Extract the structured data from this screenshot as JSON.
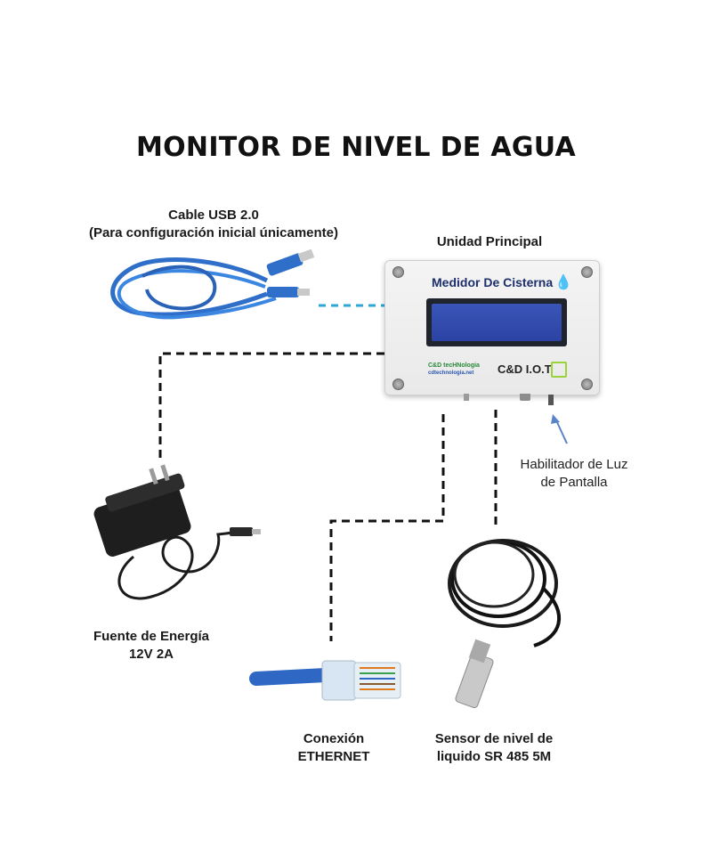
{
  "title": "MONITOR DE NIVEL DE AGUA",
  "labels": {
    "usb_line1": "Cable USB 2.0",
    "usb_line2": "(Para configuración inicial únicamente)",
    "main_unit": "Unidad Principal",
    "backlight_line1": "Habilitador de Luz",
    "backlight_line2": "de Pantalla",
    "power_line1": "Fuente de Energía",
    "power_line2": "12V 2A",
    "ethernet_line1": "Conexión",
    "ethernet_line2": "ETHERNET",
    "sensor_line1": "Sensor de nivel de",
    "sensor_line2": "liquido SR 485 5M"
  },
  "device": {
    "brand": "Medidor De Cisterna",
    "logo_a": "C&D tecHNologia",
    "logo_a_url": "cdtechnologia.net",
    "logo_b": "C&D I.O.T"
  },
  "colors": {
    "usb_cable": "#2f6fc9",
    "usb_link": "#2ca7d6",
    "dash_line": "#111111",
    "lcd": "#2b43a4",
    "ethernet_cable": "#2e67c4"
  },
  "icons": [
    "usb-cable-icon",
    "power-adapter-icon",
    "ethernet-plug-icon",
    "level-sensor-icon",
    "water-drop-icon"
  ]
}
